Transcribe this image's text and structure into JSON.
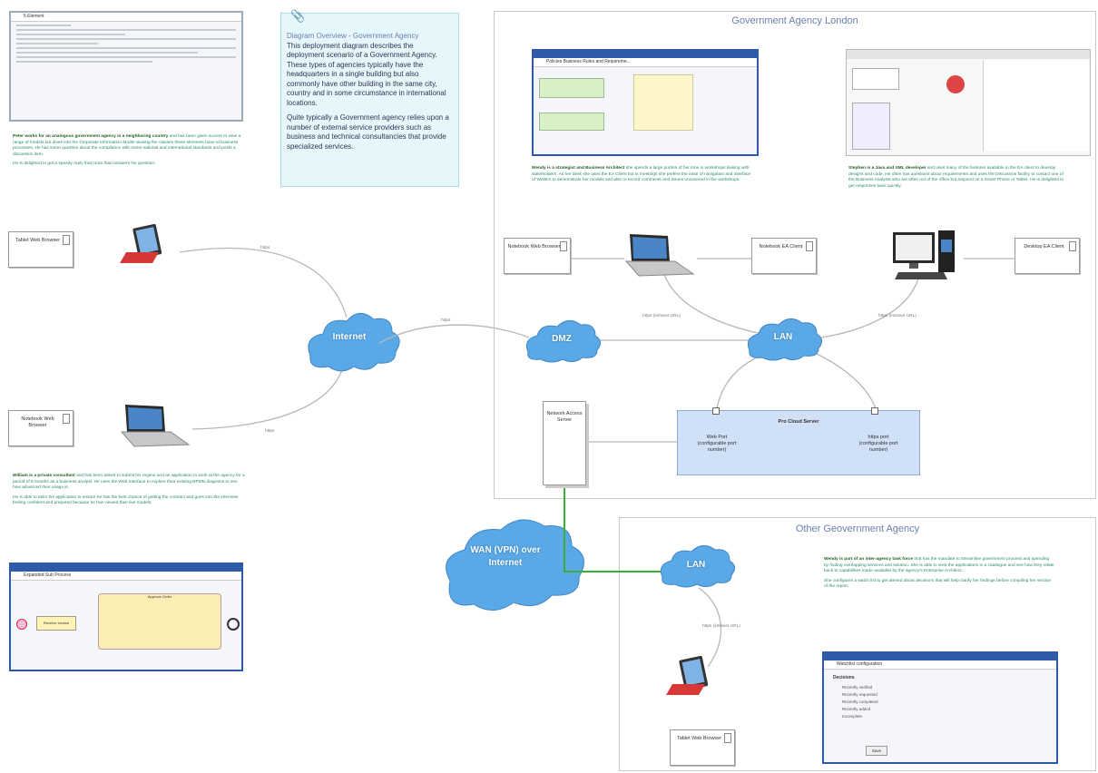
{
  "colors": {
    "cloud": "#5aa9e6",
    "link": "#b8b8b8",
    "wan_link": "#38b038",
    "server_fill": "#cfe0f7",
    "note_fill": "#e6f7fb"
  },
  "overview_note": {
    "title": "Diagram Overview - Government Agency",
    "para1": "This deployment diagram describes the deployment scenario of a Government Agency. These types of agencies typically have the headquarters in a single building but also commonly have other building in the same city, country and in some circumstance in international locations.",
    "para2": "Quite typically a Government agency relies upon a number of external service providers such as business and technical consultancies that provide specialized services."
  },
  "frames": {
    "london": "Government Agency London",
    "other": "Other Geovernment Agency"
  },
  "clouds": {
    "internet": "Internet",
    "dmz": "DMZ",
    "lan_london": "LAN",
    "wan": "WAN (VPN) over Internet",
    "lan_other": "LAN"
  },
  "nodes": {
    "tablet_peter": "Tablet Web Browser",
    "notebook_william": "Notebook Web Browser",
    "notebook_wendy": "Notebook Web Browser",
    "notebook_ea": "Notebook EA Client",
    "desktop_ea": "Desktop EA Client",
    "nas": "Network Access Server",
    "tablet_other": "Tablet Web Browser"
  },
  "server": {
    "title": "Pro Cloud Server",
    "port_left": "Web Port (configurable port number)",
    "port_right": "https port (configurable port number)"
  },
  "edges": {
    "https1": "https",
    "https2": "https",
    "https3": "https",
    "intranet1": "https (intranet URL)",
    "intranet2": "https (intranet URL)",
    "intranet3": "https (intranet URL)"
  },
  "captions": {
    "peter_bold": "Peter works for an analogous government agency in a neighboring country",
    "peter_text": " and has been given access to view a range of models but dives into the Corporate Information Model viewing the classes these elements have to business processes. He has some question about the compliance with some national and international standards and posts a discussion item.",
    "peter_text2": "He is delighted to get a speedy reply that more than answers his question.",
    "william_bold": "William is a private consultant",
    "william_text": " and has been asked to submit his regime and an application to work at the agency for a period of 6 months as a business analyst. He uses the Web Interface to explore their existing BPMN diagrams to see how advanced their usage is.",
    "william_text2": "He is able to tailor his application to ensure he has the best chance of getting the contract and goes into the interview feeling confident and prepared because he has viewed their live models.",
    "wendy_bold": "Wendy is a strategist and Business Architect",
    "wendy_text": " she spends a large portion of her time in workshops liaising with stakeholders. As her desk she uses the EA Client but in meetings she prefers the ease of navigation and interface of WebEA to demonstrate her models and also to record comments and issues uncovered in the workshops.",
    "stephen_bold": "Stephen is a Java and XML developer",
    "stephen_text": " and uses many of the features available in the EA client to develop designs and code. He often has questions about requirements and uses the Discussion facility to contact one of the Business Analysts who are often out of the office but respond on a Smart Phone or Tablet. He is delighted to get responses back quickly.",
    "wendy2_bold": "Wendy is part of an inter-agency task force",
    "wendy2_text": " that has the mandate to streamline government process and spending by finding overlapping services and solution. She is able to view the applications in a catalogue and see how they relate back to capabilities made available by the agency's Enterprise Architect.",
    "wendy2_text2": "She configures a watch list to get alerted about decisions that will help clarify her findings before compiling her section of the report."
  },
  "screens": {
    "top_left_title": "5 Element",
    "wendy_title": "Policies Business Rules and Requireme...",
    "bpmn_title": "Expanded Sub Process",
    "bpmn_task1": "Receive Invoice",
    "bpmn_subprocess": "Approve Order",
    "watch_title": "Watchlist configuration",
    "watch_section": "Decisions",
    "watch_rows": [
      "Recently verified",
      "Recently requested",
      "Recently completed",
      "Recently added",
      "Incomplete"
    ],
    "watch_button": "Save"
  }
}
